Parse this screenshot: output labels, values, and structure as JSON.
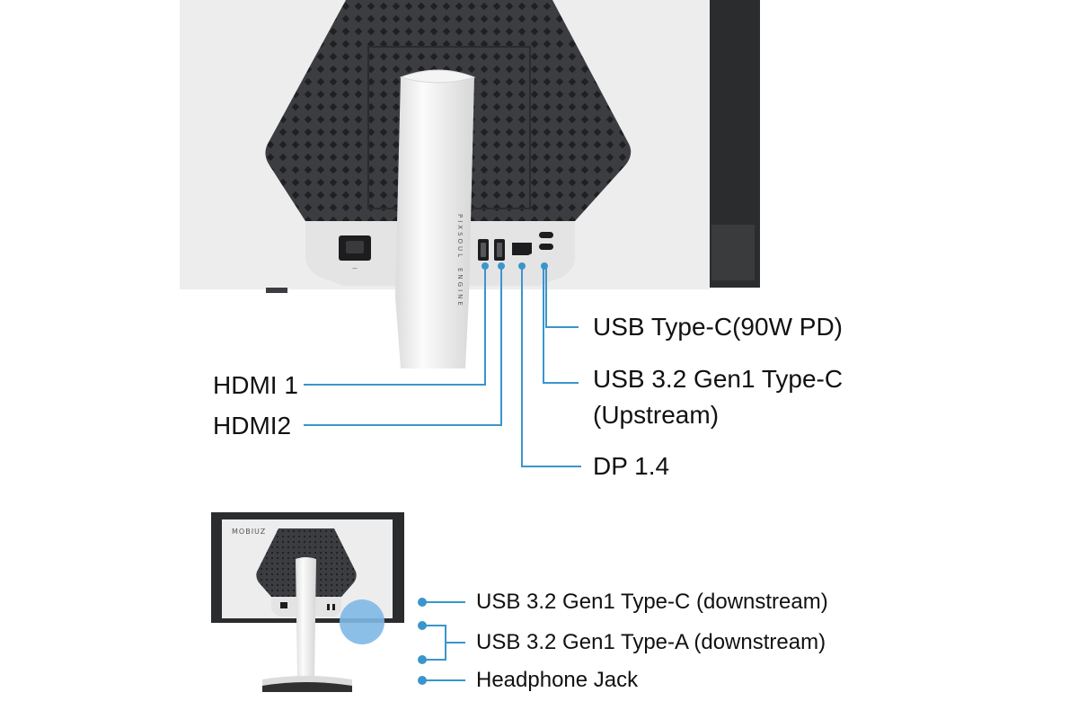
{
  "colors": {
    "leader_line": "#3a95cc",
    "dot": "#3a95cc",
    "highlight": "#7fb8e6",
    "monitor_white": "#ededed",
    "panel_dark": "#3b3d40",
    "frame_dark": "#2b2c2e",
    "port_plate": "#e4e4e4"
  },
  "ports_top": {
    "hdmi1": "HDMI 1",
    "hdmi2": "HDMI2",
    "usbc_pd": "USB Type-C(90W PD)",
    "usbc_upstream_line1": "USB 3.2 Gen1 Type-C",
    "usbc_upstream_line2": "(Upstream)",
    "dp": "DP 1.4"
  },
  "ports_bottom": {
    "usbc_down": "USB 3.2 Gen1 Type-C (downstream)",
    "usba_down": "USB 3.2 Gen1 Type-A (downstream)",
    "headphone": "Headphone Jack"
  },
  "branding": {
    "stand_text_1": "PIXSOUL",
    "stand_text_2": "ENGINE",
    "logo_small": "MOBIUZ"
  },
  "icons": {
    "power_socket": "power-socket-icon",
    "hdmi_port": "hdmi-port-icon",
    "displayport": "displayport-icon",
    "usbc_port": "usb-c-port-icon"
  }
}
